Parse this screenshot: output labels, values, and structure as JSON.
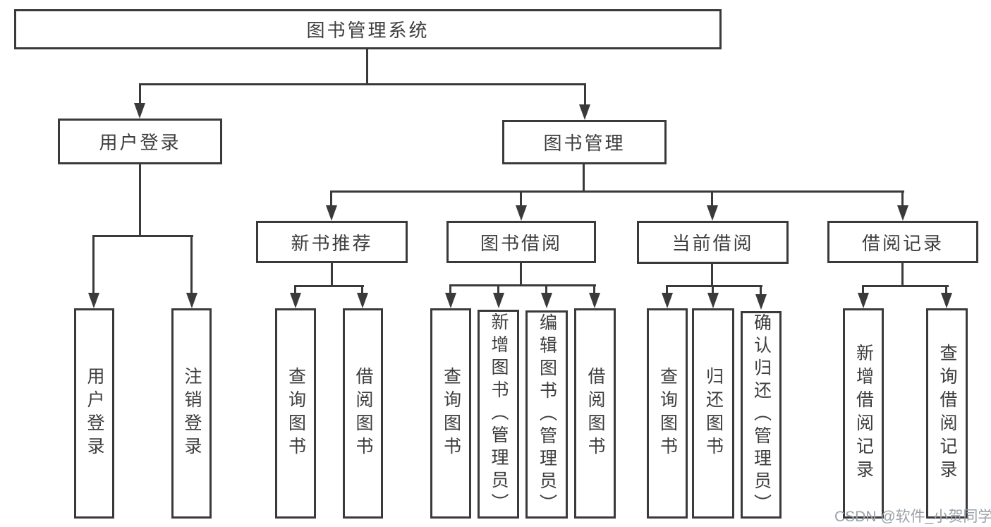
{
  "diagram": {
    "root": "图书管理系统",
    "user_login": {
      "label": "用户登录",
      "children": [
        "用户登录",
        "注销登录"
      ]
    },
    "book_management": {
      "label": "图书管理",
      "sections": [
        {
          "label": "新书推荐",
          "children": [
            "查询图书",
            "借阅图书"
          ]
        },
        {
          "label": "图书借阅",
          "children": [
            "查询图书",
            "新增图书（管理员）",
            "编辑图书（管理员）",
            "借阅图书"
          ]
        },
        {
          "label": "当前借阅",
          "children": [
            "查询图书",
            "归还图书",
            "确认归还（管理员）"
          ]
        },
        {
          "label": "借阅记录",
          "children": [
            "新增借阅记录",
            "查询借阅记录"
          ]
        }
      ]
    }
  },
  "watermark": "CSDN @软件_小贺同学",
  "colors": {
    "line": "#3a3a3a",
    "text": "#3d3d3d",
    "watermark": "#9aa1a9",
    "background": "#ffffff"
  }
}
